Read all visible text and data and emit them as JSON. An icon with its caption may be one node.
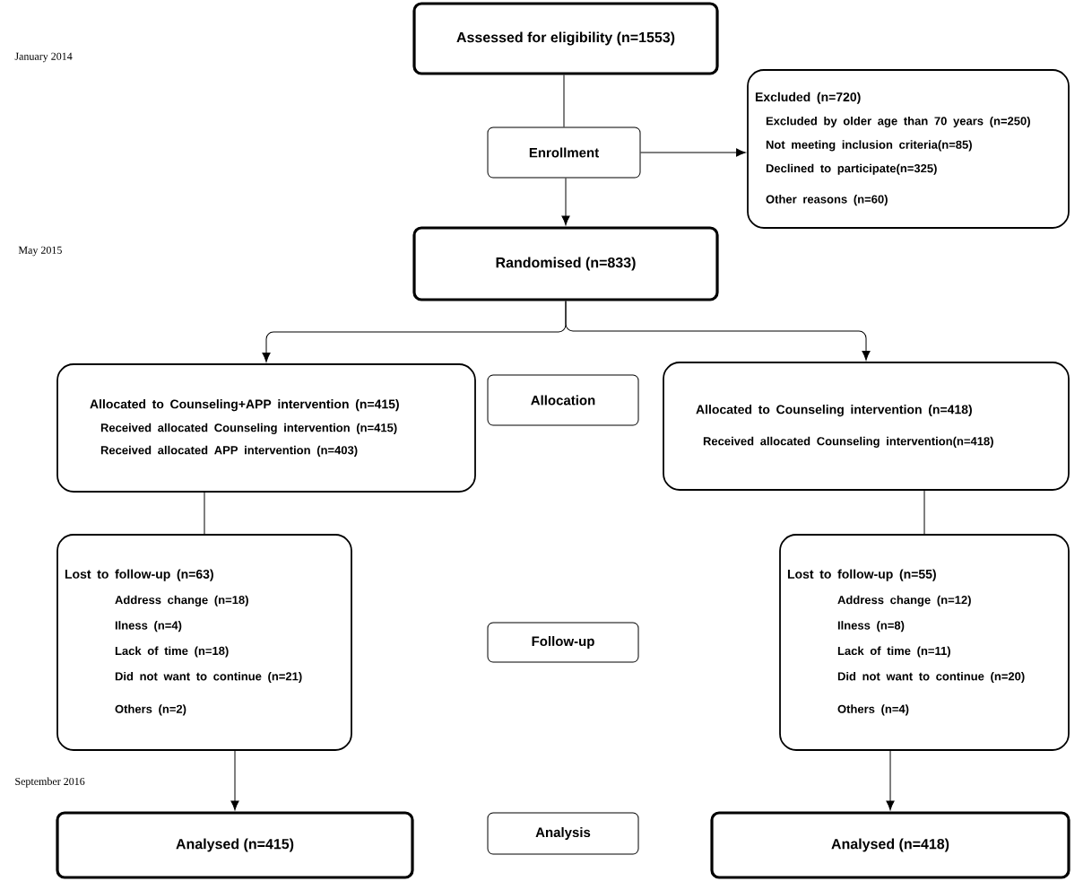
{
  "diagram": {
    "nodes": [
      {
        "text": [
          "Assessed for eligibility (n=1553)"
        ]
      },
      {
        "text": [
          "Enrollment"
        ]
      },
      {
        "text": [
          "Excluded (n=720)",
          "Excluded by older age than 70 years (n=250)",
          "Not meeting inclusion criteria(n=85)",
          "Declined to participate(n=325)",
          "Other reasons (n=60)"
        ]
      },
      {
        "text": [
          "Randomised (n=833)"
        ]
      },
      {
        "text": [
          "Allocated to Counseling+APP intervention (n=415)",
          "Received allocated  Counseling intervention (n=415)",
          "Received allocated APP intervention (n=403)"
        ]
      },
      {
        "text": [
          "Allocation"
        ]
      },
      {
        "text": [
          "Allocated to Counseling intervention (n=418)",
          "Received allocated Counseling intervention(n=418)"
        ]
      },
      {
        "text": [
          "Lost to follow-up (n=63)",
          "Address change (n=18)",
          "Ilness (n=4)",
          "Lack of time (n=18)",
          "Did not want to continue (n=21)",
          "Others (n=2)"
        ]
      },
      {
        "text": [
          "Follow-up"
        ]
      },
      {
        "text": [
          "Lost to follow-up (n=55)",
          "Address change (n=12)",
          "Ilness (n=8)",
          "Lack of time (n=11)",
          "Did not want to continue (n=20)",
          "Others (n=4)"
        ]
      },
      {
        "text": [
          "Analysis"
        ]
      },
      {
        "text": [
          "Analysed (n=415)"
        ]
      },
      {
        "text": [
          "Analysed (n=418)"
        ]
      }
    ],
    "edges": [
      {
        "from": 0,
        "to": 1,
        "arrow": "none"
      },
      {
        "from": 1,
        "to": 2,
        "arrow": "to"
      },
      {
        "from": 1,
        "to": 3,
        "arrow": "to"
      },
      {
        "from": 3,
        "to": 4,
        "arrow": "to"
      },
      {
        "from": 3,
        "to": 6,
        "arrow": "to"
      },
      {
        "from": 4,
        "to": 7,
        "arrow": "none"
      },
      {
        "from": 6,
        "to": 9,
        "arrow": "none"
      },
      {
        "from": 7,
        "to": 11,
        "arrow": "to"
      },
      {
        "from": 9,
        "to": 12,
        "arrow": "to"
      }
    ],
    "labels": [
      "January 2014",
      "May 2015",
      "September 2016"
    ]
  }
}
